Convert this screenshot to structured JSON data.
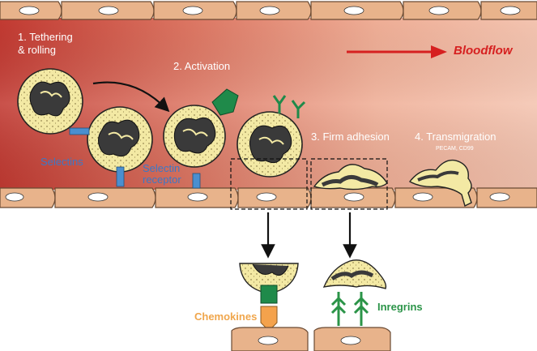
{
  "labels": {
    "tethering": "1. Tethering",
    "rolling": "& rolling",
    "activation": "2. Activation",
    "bloodflow": "Bloodflow",
    "selectins": "Selectins",
    "selectin": "Selectin",
    "receptor": "receptor",
    "firm_adhesion": "3. Firm adhesion",
    "transmigration": "4. Transmigration",
    "pecam": "PECAM, CD99",
    "chemokines": "Chemokines",
    "inregrins": "Inregrins"
  },
  "colors": {
    "vessel_red": "#c63a33",
    "vessel_light": "#f2b9a2",
    "endothelium": "#e9b389",
    "cell_fill": "#f3e9a4",
    "nucleus": "#3a3a3a",
    "selectin_blue": "#4a8fd0",
    "receptor_green": "#1f8a4a",
    "chemokine_orange": "#f4a24c",
    "flow_arrow": "#d62020"
  }
}
